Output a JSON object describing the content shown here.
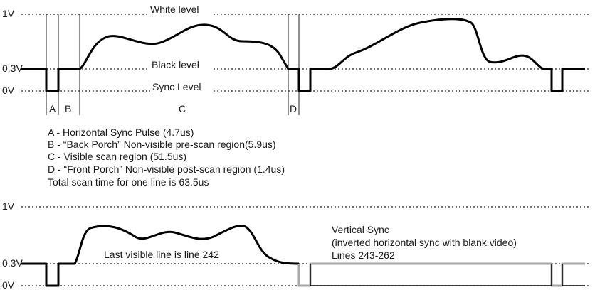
{
  "top_panel": {
    "levels": {
      "v1": "1V",
      "v03": "0.3V",
      "v0": "0V",
      "white": "White level",
      "black": "Black level",
      "sync": "Sync Level"
    },
    "segments": {
      "a": "A",
      "b": "B",
      "c": "C",
      "d": "D"
    }
  },
  "legend": [
    "A - Horizontal Sync Pulse (4.7us)",
    "B - “Back Porch” Non-visible pre-scan region(5.9us)",
    "C - Visible scan region (51.5us)",
    "D - “Front Porch” Non-visible post-scan region (1.4us)",
    "Total scan time for one line is 63.5us"
  ],
  "bottom_panel": {
    "levels": {
      "v1": "1V",
      "v03": "0.3V",
      "v0": "0V"
    },
    "last_line_label": "Last visible line is line 242",
    "vsync_lines": [
      "Vertical Sync",
      "(inverted horizontal sync with blank video)",
      "Lines 243-262"
    ]
  },
  "colors": {
    "signal": "#000000",
    "vsync_signal": "#a6a6a6",
    "text": "#1a1a1a"
  }
}
